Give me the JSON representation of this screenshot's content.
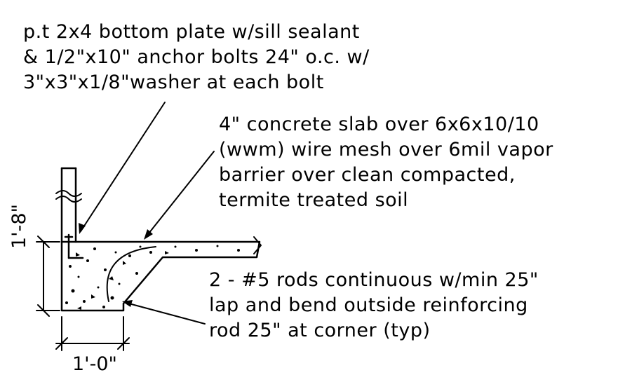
{
  "notes": {
    "bottom_plate": [
      "p.t 2x4 bottom plate w/sill sealant",
      "& 1/2\"x10\" anchor bolts 24\" o.c. w/",
      "3\"x3\"x1/8\"washer at each bolt"
    ],
    "slab": [
      "4\" concrete slab over 6x6x10/10",
      "(wwm) wire mesh over 6mil vapor",
      "barrier over clean compacted,",
      "termite treated soil"
    ],
    "rods": [
      "2 - #5 rods continuous w/min 25\"",
      "lap and bend outside reinforcing",
      "rod 25\" at corner (typ)"
    ]
  },
  "dimensions": {
    "height": "1'-8\"",
    "width": "1'-0\""
  },
  "colors": {
    "ink": "#000000",
    "paper": "#ffffff"
  }
}
